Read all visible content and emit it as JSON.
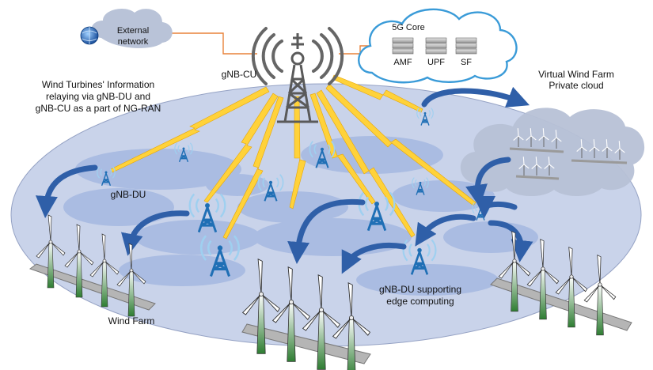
{
  "labels": {
    "external_network": [
      "External",
      "network"
    ],
    "core_title": "5G Core",
    "core_functions": [
      "AMF",
      "UPF",
      "SF"
    ],
    "gnb_cu": "gNB-CU",
    "relay_note": [
      "Wind Turbines' Information",
      "relaying via gNB-DU and",
      "gNB-CU as a part of NG-RAN"
    ],
    "virtual_farm": [
      "Virtual Wind Farm",
      "Private cloud"
    ],
    "gnb_du": "gNB-DU",
    "gnb_du_edge": [
      "gNB-DU supporting",
      "edge computing"
    ],
    "wind_farm": "Wind Farm"
  },
  "colors": {
    "ground": "#c9d3ea",
    "patch": "#a9bbe0",
    "lightning": "#ffd23a",
    "antenna": "#1f6fb5",
    "arrow": "#2f5fa8",
    "cloud_border": "#3a9bd8",
    "link": "#e8823a",
    "tower": "#666666",
    "turbine_base": "#2e7d32"
  },
  "icons": [
    "globe-icon",
    "server-icon",
    "cell-tower-icon",
    "antenna-icon",
    "wind-turbine-icon",
    "cloud-icon",
    "curved-arrow-icon"
  ]
}
